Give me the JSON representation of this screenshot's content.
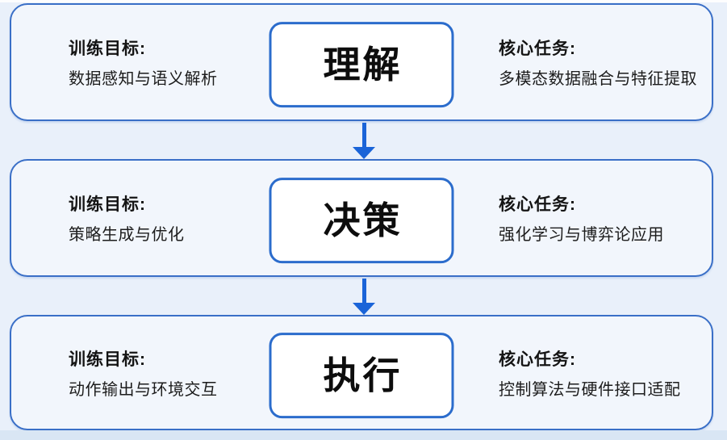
{
  "diagram": {
    "type": "vertical-flowchart",
    "colors": {
      "accent_blue": "#1a64d8",
      "card_border": "#3a6fc7",
      "stage_box_border": "#2b6ccc",
      "card_fill": "#f2f6fc",
      "page_background": "#e9f0fa",
      "footer_strip": "#d9e6f4",
      "text": "#141414"
    },
    "arrows": [
      {
        "icon": "down-arrow-icon",
        "direction": "down"
      },
      {
        "icon": "down-arrow-icon",
        "direction": "down"
      }
    ]
  },
  "stages": [
    {
      "name": "理解",
      "goal_label": "训练目标:",
      "goal_text": "数据感知与语义解析",
      "task_label": "核心任务:",
      "task_text": "多模态数据融合与特征提取"
    },
    {
      "name": "决策",
      "goal_label": "训练目标:",
      "goal_text": "策略生成与优化",
      "task_label": "核心任务:",
      "task_text": "强化学习与博弈论应用"
    },
    {
      "name": "执行",
      "goal_label": "训练目标:",
      "goal_text": "动作输出与环境交互",
      "task_label": "核心任务:",
      "task_text": "控制算法与硬件接口适配"
    }
  ]
}
